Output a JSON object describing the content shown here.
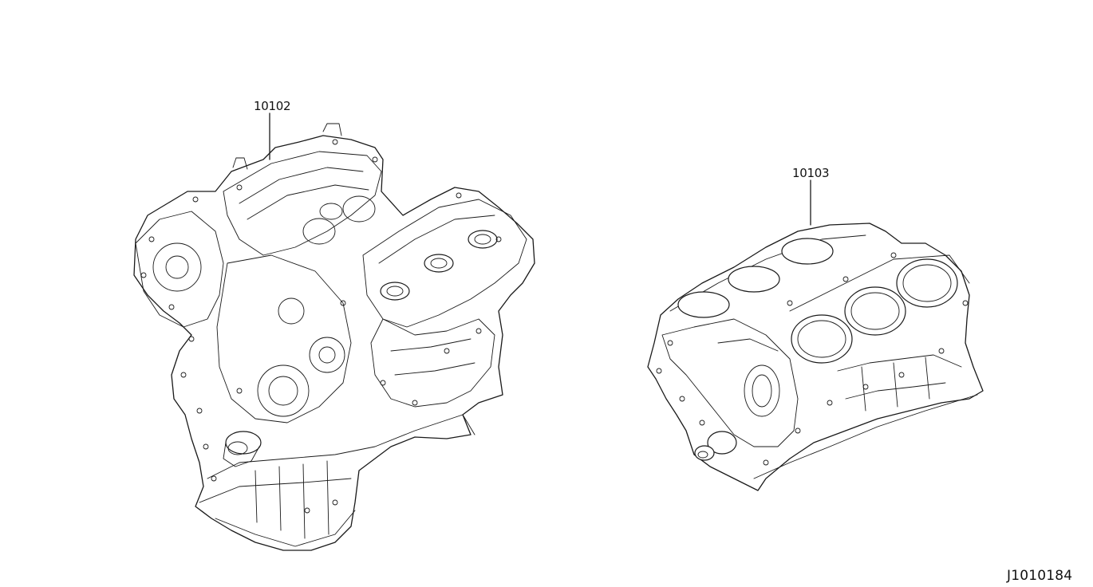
{
  "parts": [
    {
      "number": "10102"
    },
    {
      "number": "10103"
    }
  ],
  "reference_code": "J1010184"
}
